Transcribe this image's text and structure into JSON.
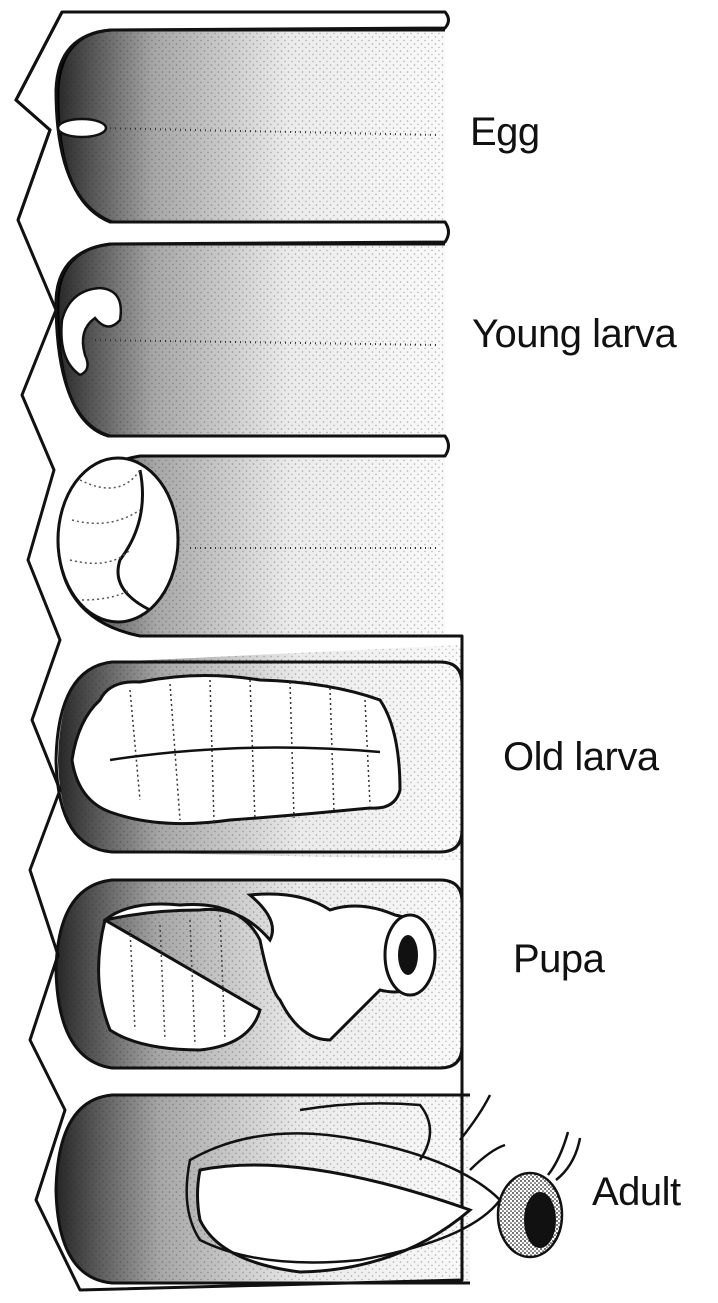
{
  "labels": {
    "egg": "Egg",
    "young_larva": "Young larva",
    "old_larva": "Old larva",
    "pupa": "Pupa",
    "adult": "Adult"
  },
  "colors": {
    "ink": "#111111",
    "paper": "#ffffff"
  }
}
